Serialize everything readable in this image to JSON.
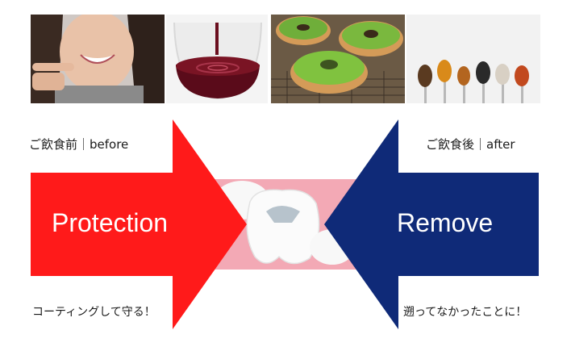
{
  "photos": [
    {
      "name": "woman-smiling-photo"
    },
    {
      "name": "red-wine-photo"
    },
    {
      "name": "green-donuts-photo"
    },
    {
      "name": "spices-spoons-photo"
    }
  ],
  "left": {
    "caption_top": "ご飲食前｜before",
    "arrow_label": "Protection",
    "caption_bottom": "コーティングして守る！",
    "color": "#ff1a1a"
  },
  "right": {
    "caption_top": "ご飲食後｜after",
    "arrow_label": "Remove",
    "caption_bottom": "遡ってなかったことに！",
    "color": "#0f2a78"
  },
  "center": {
    "name": "tooth-image",
    "bg": "#f3a9b5"
  }
}
